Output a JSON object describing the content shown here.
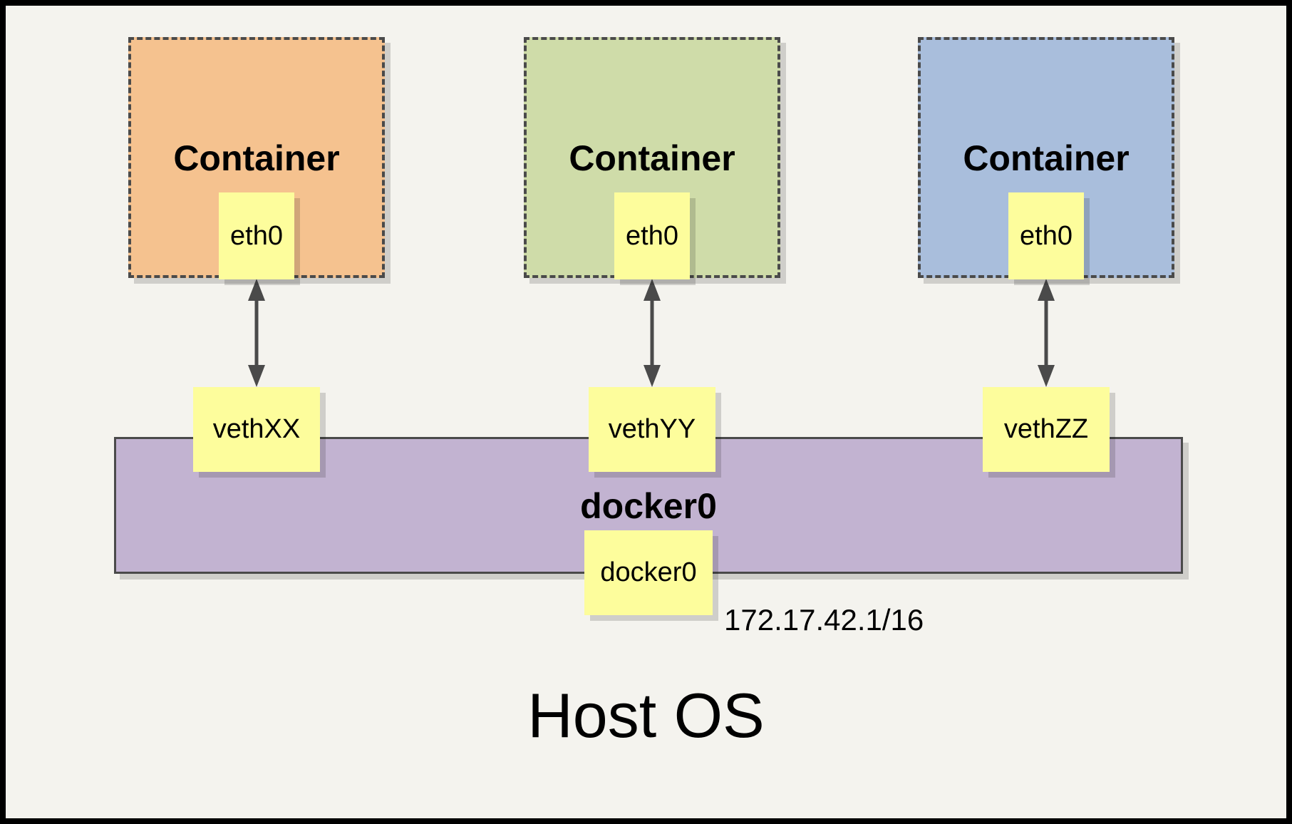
{
  "diagram": {
    "host_os_label": "Host OS",
    "containers": [
      {
        "label": "Container",
        "eth_label": "eth0",
        "veth_label": "vethXX",
        "fill": "#F5C28F"
      },
      {
        "label": "Container",
        "eth_label": "eth0",
        "veth_label": "vethYY",
        "fill": "#CFDCA9"
      },
      {
        "label": "Container",
        "eth_label": "eth0",
        "veth_label": "vethZZ",
        "fill": "#A9BEDC"
      }
    ],
    "bridge": {
      "label": "docker0",
      "interface_label": "docker0",
      "ip_label": "172.17.42.1/16",
      "fill": "#C2B3D1"
    },
    "colors": {
      "background": "#F4F3EE",
      "outer_border": "#000000",
      "note_yellow": "#FDFD9C",
      "line_dark": "#4A4A4A"
    }
  }
}
